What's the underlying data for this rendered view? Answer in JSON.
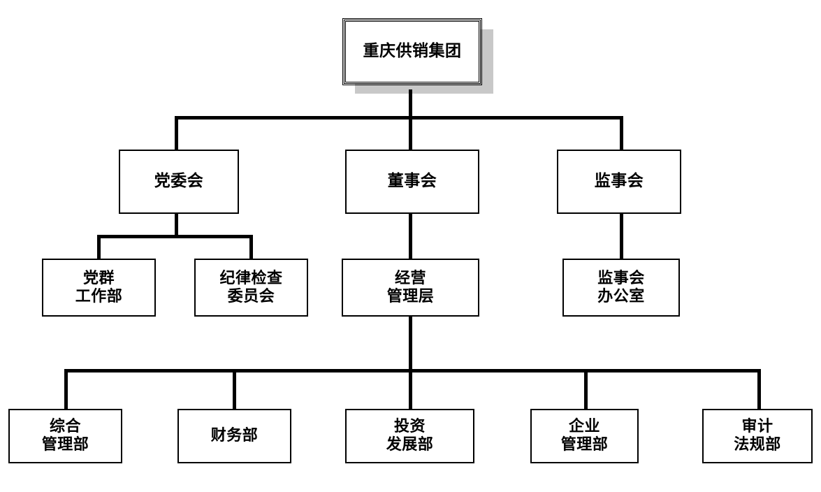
{
  "chart": {
    "type": "org-chart",
    "title_text": "重庆供销集团",
    "background_color": "#ffffff",
    "line_color": "#000000",
    "box_border_color": "#000000",
    "box_fill_color": "#ffffff",
    "root_shadow_color": "#c8c8c8",
    "nodes": [
      {
        "id": "root",
        "label": "重庆供销集团",
        "level": 0,
        "parent": null
      },
      {
        "id": "party",
        "label": "党委会",
        "level": 1,
        "parent": "root"
      },
      {
        "id": "board",
        "label": "董事会",
        "level": 1,
        "parent": "root"
      },
      {
        "id": "supervisors",
        "label": "监事会",
        "level": 1,
        "parent": "root"
      },
      {
        "id": "party-work",
        "label": "党群\n工作部",
        "level": 2,
        "parent": "party"
      },
      {
        "id": "discipline",
        "label": "纪律检查\n委员会",
        "level": 2,
        "parent": "party"
      },
      {
        "id": "management",
        "label": "经营\n管理层",
        "level": 2,
        "parent": "board"
      },
      {
        "id": "sup-office",
        "label": "监事会\n办公室",
        "level": 2,
        "parent": "supervisors"
      },
      {
        "id": "general",
        "label": "综合\n管理部",
        "level": 3,
        "parent": "management"
      },
      {
        "id": "finance",
        "label": "财务部",
        "level": 3,
        "parent": "management"
      },
      {
        "id": "investment",
        "label": "投资\n发展部",
        "level": 3,
        "parent": "management"
      },
      {
        "id": "enterprise",
        "label": "企业\n管理部",
        "level": 3,
        "parent": "management"
      },
      {
        "id": "audit",
        "label": "审计\n法规部",
        "level": 3,
        "parent": "management"
      }
    ]
  }
}
